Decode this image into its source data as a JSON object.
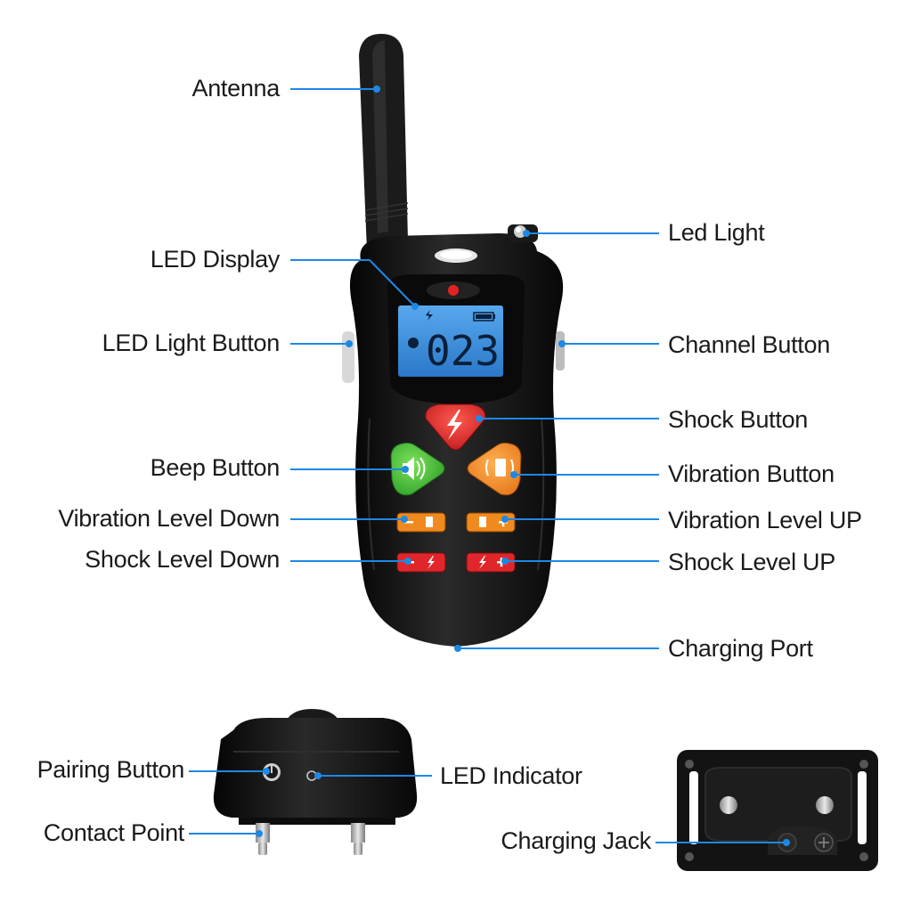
{
  "labels": {
    "antenna": "Antenna",
    "led_display": "LED Display",
    "led_light_button": "LED Light Button",
    "beep_button": "Beep Button",
    "vibration_level_down": "Vibration Level Down",
    "shock_level_down": "Shock Level Down",
    "led_light": "Led Light",
    "channel_button": "Channel Button",
    "shock_button": "Shock Button",
    "vibration_button": "Vibration Button",
    "vibration_level_up": "Vibration Level UP",
    "shock_level_up": "Shock Level UP",
    "charging_port": "Charging Port",
    "pairing_button": "Pairing Button",
    "led_indicator": "LED Indicator",
    "contact_point": "Contact Point",
    "charging_jack": "Charging Jack"
  },
  "display": {
    "value": "023"
  },
  "colors": {
    "leader": "#1e88e5",
    "device": "#141414",
    "lcd": "#3b8fd9",
    "shock": "#e0262a",
    "beep": "#3dbb3a",
    "vibration": "#f08a1e"
  }
}
